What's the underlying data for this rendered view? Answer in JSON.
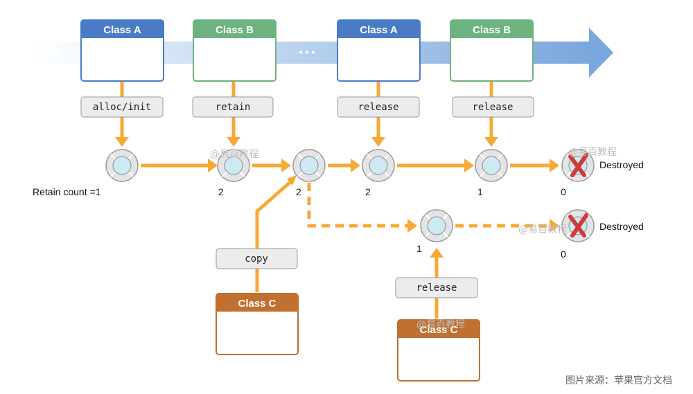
{
  "timeline": {
    "boxes": [
      {
        "title": "Class A",
        "color": "#4a7cc6"
      },
      {
        "title": "Class B",
        "color": "#6db37f"
      },
      {
        "title": "Class A",
        "color": "#4a7cc6"
      },
      {
        "title": "Class B",
        "color": "#6db37f"
      }
    ],
    "ellipsis": "• • •"
  },
  "operations": {
    "alloc": "alloc/init",
    "retain": "retain",
    "release1": "release",
    "release2": "release",
    "copy": "copy",
    "release3": "release"
  },
  "class_c": {
    "copy_box_title": "Class C",
    "release_box_title": "Class C",
    "color": "#c07030"
  },
  "counts": {
    "first": "Retain count =1",
    "n2": "2",
    "n3": "2",
    "n4": "2",
    "n5": "1",
    "n6": "0",
    "branch_start": "1",
    "branch_end": "0"
  },
  "destroyed_labels": {
    "main": "Destroyed",
    "branch": "Destroyed"
  },
  "watermarks": [
    "@易百教程",
    "@易百教程",
    "@易百教程",
    "@易百教程"
  ],
  "source_note": "图片来源：苹果官方文档",
  "colors": {
    "arrow": "#f7a935",
    "node_ring": "#bdbdbd",
    "node_core": "#cde9f2",
    "cross": "#d13a3a",
    "timeline": "#7aa7dd"
  }
}
